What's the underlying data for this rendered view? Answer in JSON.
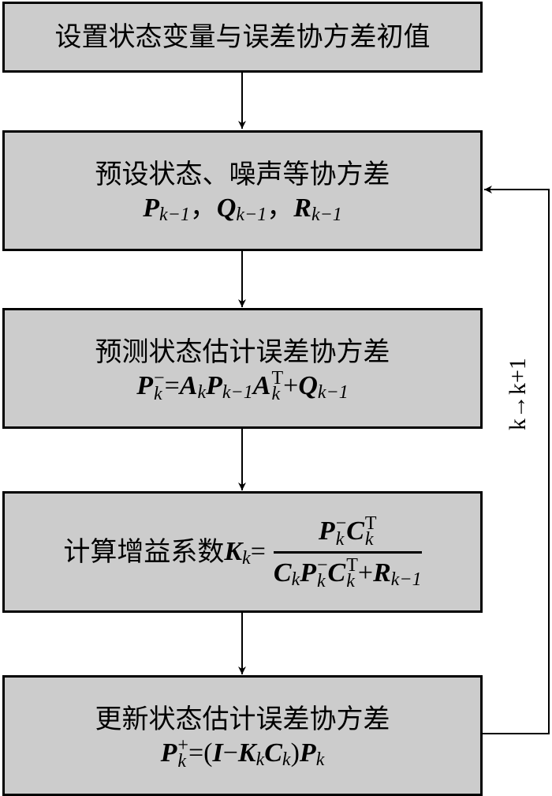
{
  "steps": [
    {
      "title": "设置状态变量与误差协方差初值",
      "formula": []
    },
    {
      "title": "预设状态、噪声等协方差",
      "formula": [
        {
          "v": "P",
          "sub": "k−1"
        },
        {
          "t": "，"
        },
        {
          "v": "Q",
          "sub": "k−1"
        },
        {
          "t": "，"
        },
        {
          "v": "R",
          "sub": "k−1"
        }
      ]
    },
    {
      "title": "预测状态估计误差协方差",
      "formula": [
        {
          "v": "P",
          "sup": "−",
          "sub": "k"
        },
        {
          "t": "="
        },
        {
          "v": "A",
          "sub": "k"
        },
        {
          "v": "P",
          "sub": "k−1"
        },
        {
          "v": "A",
          "sup": "T",
          "sub": "k"
        },
        {
          "t": "+"
        },
        {
          "v": "Q",
          "sub": "k−1"
        }
      ]
    },
    {
      "title": "计算增益系数",
      "lhs": [
        {
          "v": "K",
          "sub": "k"
        },
        {
          "t": " ="
        }
      ],
      "numerator": [
        {
          "v": "P",
          "sup": "−",
          "sub": "k"
        },
        {
          "v": "C",
          "sup": "T",
          "sub": "k"
        }
      ],
      "denominator": [
        {
          "v": "C",
          "sub": "k"
        },
        {
          "v": "P",
          "sup": "−",
          "sub": "k"
        },
        {
          "v": "C",
          "sup": "T",
          "sub": "k"
        },
        {
          "t": "+"
        },
        {
          "v": "R",
          "sub": "k−1"
        }
      ]
    },
    {
      "title": "更新状态估计误差协方差",
      "formula": [
        {
          "v": "P",
          "sup": "+",
          "sub": "k"
        },
        {
          "t": "=("
        },
        {
          "v": "I"
        },
        {
          "t": "−"
        },
        {
          "v": "K",
          "sub": "k"
        },
        {
          "v": "C",
          "sub": "k"
        },
        {
          "t": ")"
        },
        {
          "v": "P",
          "sub": "k"
        }
      ]
    }
  ],
  "loop_label": "k→k+1",
  "colors": {
    "box_fill": "#cccccc",
    "line": "#000000"
  }
}
